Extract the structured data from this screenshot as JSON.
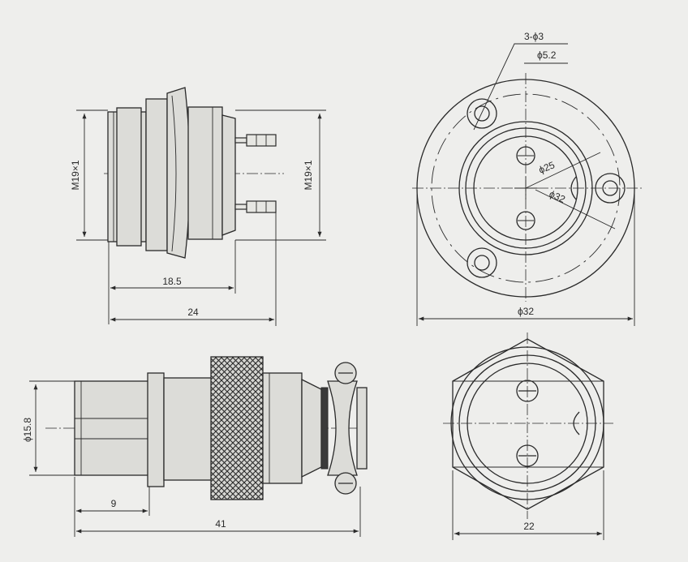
{
  "top_side_view": {
    "thread_left": "M19×1",
    "thread_right": "M19×1",
    "dim_inner": "18.5",
    "dim_total": "24"
  },
  "top_front_view": {
    "hole_label": "3-ϕ3",
    "bolt_circle_label": "ϕ5.2",
    "inner_dia": "ϕ25",
    "pin_circle": "ϕ32",
    "outer_dia": "ϕ32"
  },
  "bottom_side_view": {
    "diameter": "ϕ15.8",
    "dim_short": "9",
    "dim_total": "41"
  },
  "bottom_front_view": {
    "width": "22"
  },
  "colors": {
    "paper": "#eeeeec",
    "line": "#2a2a2a",
    "body_fill": "#dcdcd8"
  }
}
